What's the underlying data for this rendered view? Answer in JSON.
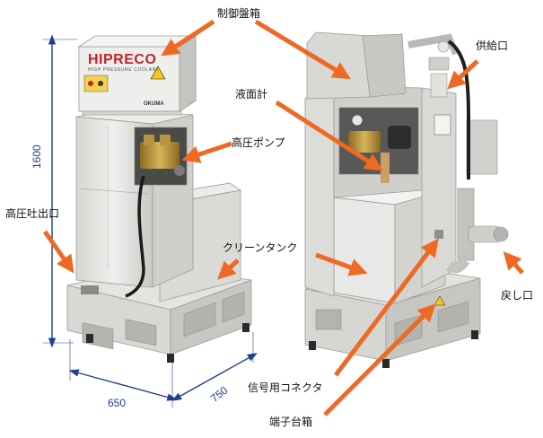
{
  "labels": {
    "control_box": "制御盤箱",
    "level_gauge": "液面計",
    "hp_pump": "高圧ポンプ",
    "supply_port": "供給口",
    "hp_outlet": "高圧吐出口",
    "clean_tank": "クリーンタンク",
    "return_port": "戻し口",
    "signal_connector": "信号用コネクタ",
    "terminal_box": "端子台箱"
  },
  "dimensions": {
    "height": "1600",
    "width": "650",
    "depth": "750"
  },
  "logo": {
    "name": "HIPRECO",
    "tagline": "HIGH PRESSURE COOLANT",
    "maker": "OKUMA"
  },
  "colors": {
    "arrow": "#ee6a24",
    "dimension": "#1f3f8f",
    "body": "#e6e6e4",
    "shadow": "#b9b9b6",
    "logo": "#c0262d"
  }
}
